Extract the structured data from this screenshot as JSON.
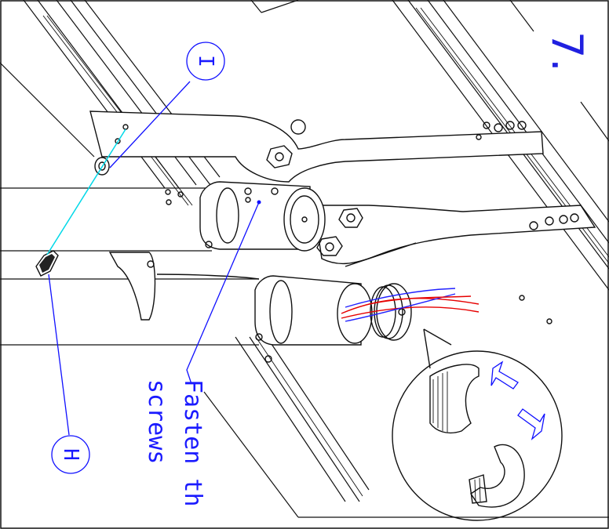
{
  "step_number": "7.",
  "callouts": {
    "part_i": "I",
    "part_h": "H"
  },
  "instruction": {
    "line1": "Fasten th",
    "line2": "screws"
  },
  "colors": {
    "label_blue": "#1a1aff",
    "leader_cyan": "#00d8e8",
    "wire_red": "#e60000",
    "wire_blue": "#2020ff",
    "line_black": "#111111"
  }
}
